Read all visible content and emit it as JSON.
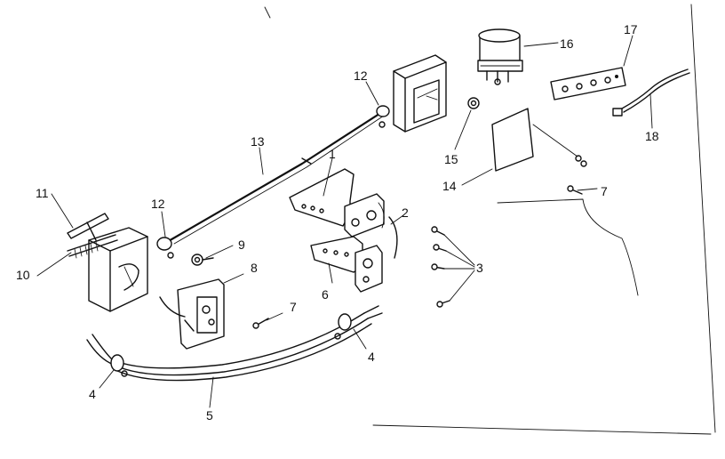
{
  "diagram": {
    "callouts": [
      {
        "id": "c1",
        "text": "1"
      },
      {
        "id": "c2",
        "text": "2"
      },
      {
        "id": "c3",
        "text": "3"
      },
      {
        "id": "c4a",
        "text": "4"
      },
      {
        "id": "c4b",
        "text": "4"
      },
      {
        "id": "c5",
        "text": "5"
      },
      {
        "id": "c6",
        "text": "6"
      },
      {
        "id": "c7a",
        "text": "7"
      },
      {
        "id": "c7b",
        "text": "7"
      },
      {
        "id": "c8",
        "text": "8"
      },
      {
        "id": "c9a",
        "text": "9"
      },
      {
        "id": "c10",
        "text": "10"
      },
      {
        "id": "c11",
        "text": "11"
      },
      {
        "id": "c12a",
        "text": "12"
      },
      {
        "id": "c12b",
        "text": "12"
      },
      {
        "id": "c13",
        "text": "13"
      },
      {
        "id": "c14",
        "text": "14"
      },
      {
        "id": "c15",
        "text": "15"
      },
      {
        "id": "c16",
        "text": "16"
      },
      {
        "id": "c17",
        "text": "17"
      },
      {
        "id": "c18",
        "text": "18"
      }
    ]
  }
}
